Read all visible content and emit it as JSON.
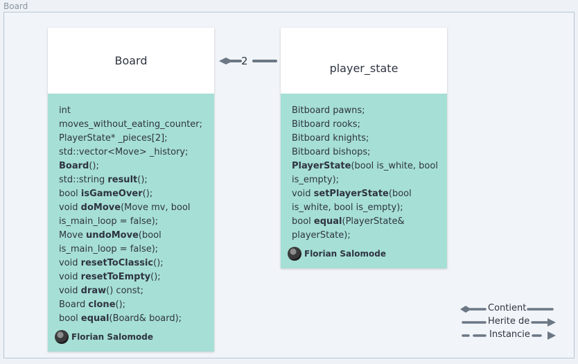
{
  "frame": {
    "label": "Board"
  },
  "board_class": {
    "title": "Board",
    "members": [
      {
        "pre": "int moves_without_eating_counter;",
        "name": "",
        "post": ""
      },
      {
        "pre": "PlayerState* _pieces[2];",
        "name": "",
        "post": ""
      },
      {
        "pre": "std::vector<Move> _history;",
        "name": "",
        "post": ""
      },
      {
        "pre": "",
        "name": "Board",
        "post": "();"
      },
      {
        "pre": "std::string ",
        "name": "result",
        "post": "();"
      },
      {
        "pre": "bool ",
        "name": "isGameOver",
        "post": "();"
      },
      {
        "pre": "void ",
        "name": "doMove",
        "post": "(Move mv, bool is_main_loop = false);"
      },
      {
        "pre": "Move ",
        "name": "undoMove",
        "post": "(bool is_main_loop = false);"
      },
      {
        "pre": "void ",
        "name": "resetToClassic",
        "post": "();"
      },
      {
        "pre": "void ",
        "name": "resetToEmpty",
        "post": "();"
      },
      {
        "pre": "void ",
        "name": "draw",
        "post": "() const;"
      },
      {
        "pre": "Board ",
        "name": "clone",
        "post": "();"
      },
      {
        "pre": "bool ",
        "name": "equal",
        "post": "(Board& board);"
      }
    ],
    "author": "Florian Salomode"
  },
  "player_state_class": {
    "title": "player_state",
    "members": [
      {
        "pre": "Bitboard pawns;",
        "name": "",
        "post": ""
      },
      {
        "pre": "Bitboard rooks;",
        "name": "",
        "post": ""
      },
      {
        "pre": "Bitboard knights;",
        "name": "",
        "post": ""
      },
      {
        "pre": "Bitboard bishops;",
        "name": "",
        "post": ""
      },
      {
        "pre": "",
        "name": "PlayerState",
        "post": "(bool is_white, bool is_empty);"
      },
      {
        "pre": "void ",
        "name": "setPlayerState",
        "post": "(bool is_white, bool is_empty);"
      },
      {
        "pre": "bool ",
        "name": "equal",
        "post": "(PlayerState& playerState);"
      }
    ],
    "author": "Florian Salomode"
  },
  "association": {
    "multiplicity": "2"
  },
  "legend": {
    "contient": "Contient",
    "herite": "Herite de",
    "instancie": "Instancie"
  },
  "colors": {
    "class_body": "#a6dfd6",
    "class_head": "#ffffff",
    "connector": "#6b7785",
    "frame_border": "#b9c6d3"
  }
}
